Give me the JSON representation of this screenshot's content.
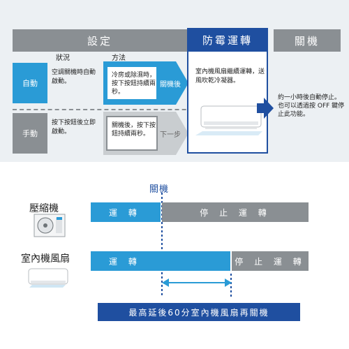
{
  "header": {
    "settings_label": "設定",
    "anti_mold_label": "防霉運轉",
    "off_label": "關機"
  },
  "columns": {
    "status_label": "狀況",
    "method_label": "方法"
  },
  "rows": {
    "auto": {
      "mode_label": "自動",
      "status_text": "空調關機時自動啟動。",
      "method_text": "冷房或除濕時，按下按鈕持續兩秒。",
      "arrow_label": "關機後"
    },
    "manual": {
      "mode_label": "手動",
      "status_text": "按下按鈕後立即啟動。",
      "method_text": "關機後，按下按鈕持續兩秒。",
      "arrow_label": "下一步"
    }
  },
  "anti_mold": {
    "description": "室內機風扇繼續運轉，送風吹乾冷凝器。"
  },
  "shutdown_note": "約一小時後自動停止。也可以透過按 OFF 鍵停止此功能。",
  "timeline": {
    "off_marker_label": "關機",
    "compressor": {
      "label": "壓縮機",
      "running_label": "運 轉",
      "stop_label": "停 止 運 轉"
    },
    "indoor_fan": {
      "label": "室內機風扇",
      "running_label": "運 轉",
      "stop_label": "停 止 運 轉"
    },
    "delay_note": "最高延後60分室內機風扇再關機"
  },
  "colors": {
    "navy": "#1f4fa0",
    "blue": "#2a9bd6",
    "gray": "#8a8f93",
    "panel": "#ecf0f3"
  },
  "icons": [
    "outdoor-unit-icon",
    "indoor-unit-icon",
    "air-conditioner-icon",
    "right-arrow-icon",
    "double-arrow-icon"
  ]
}
